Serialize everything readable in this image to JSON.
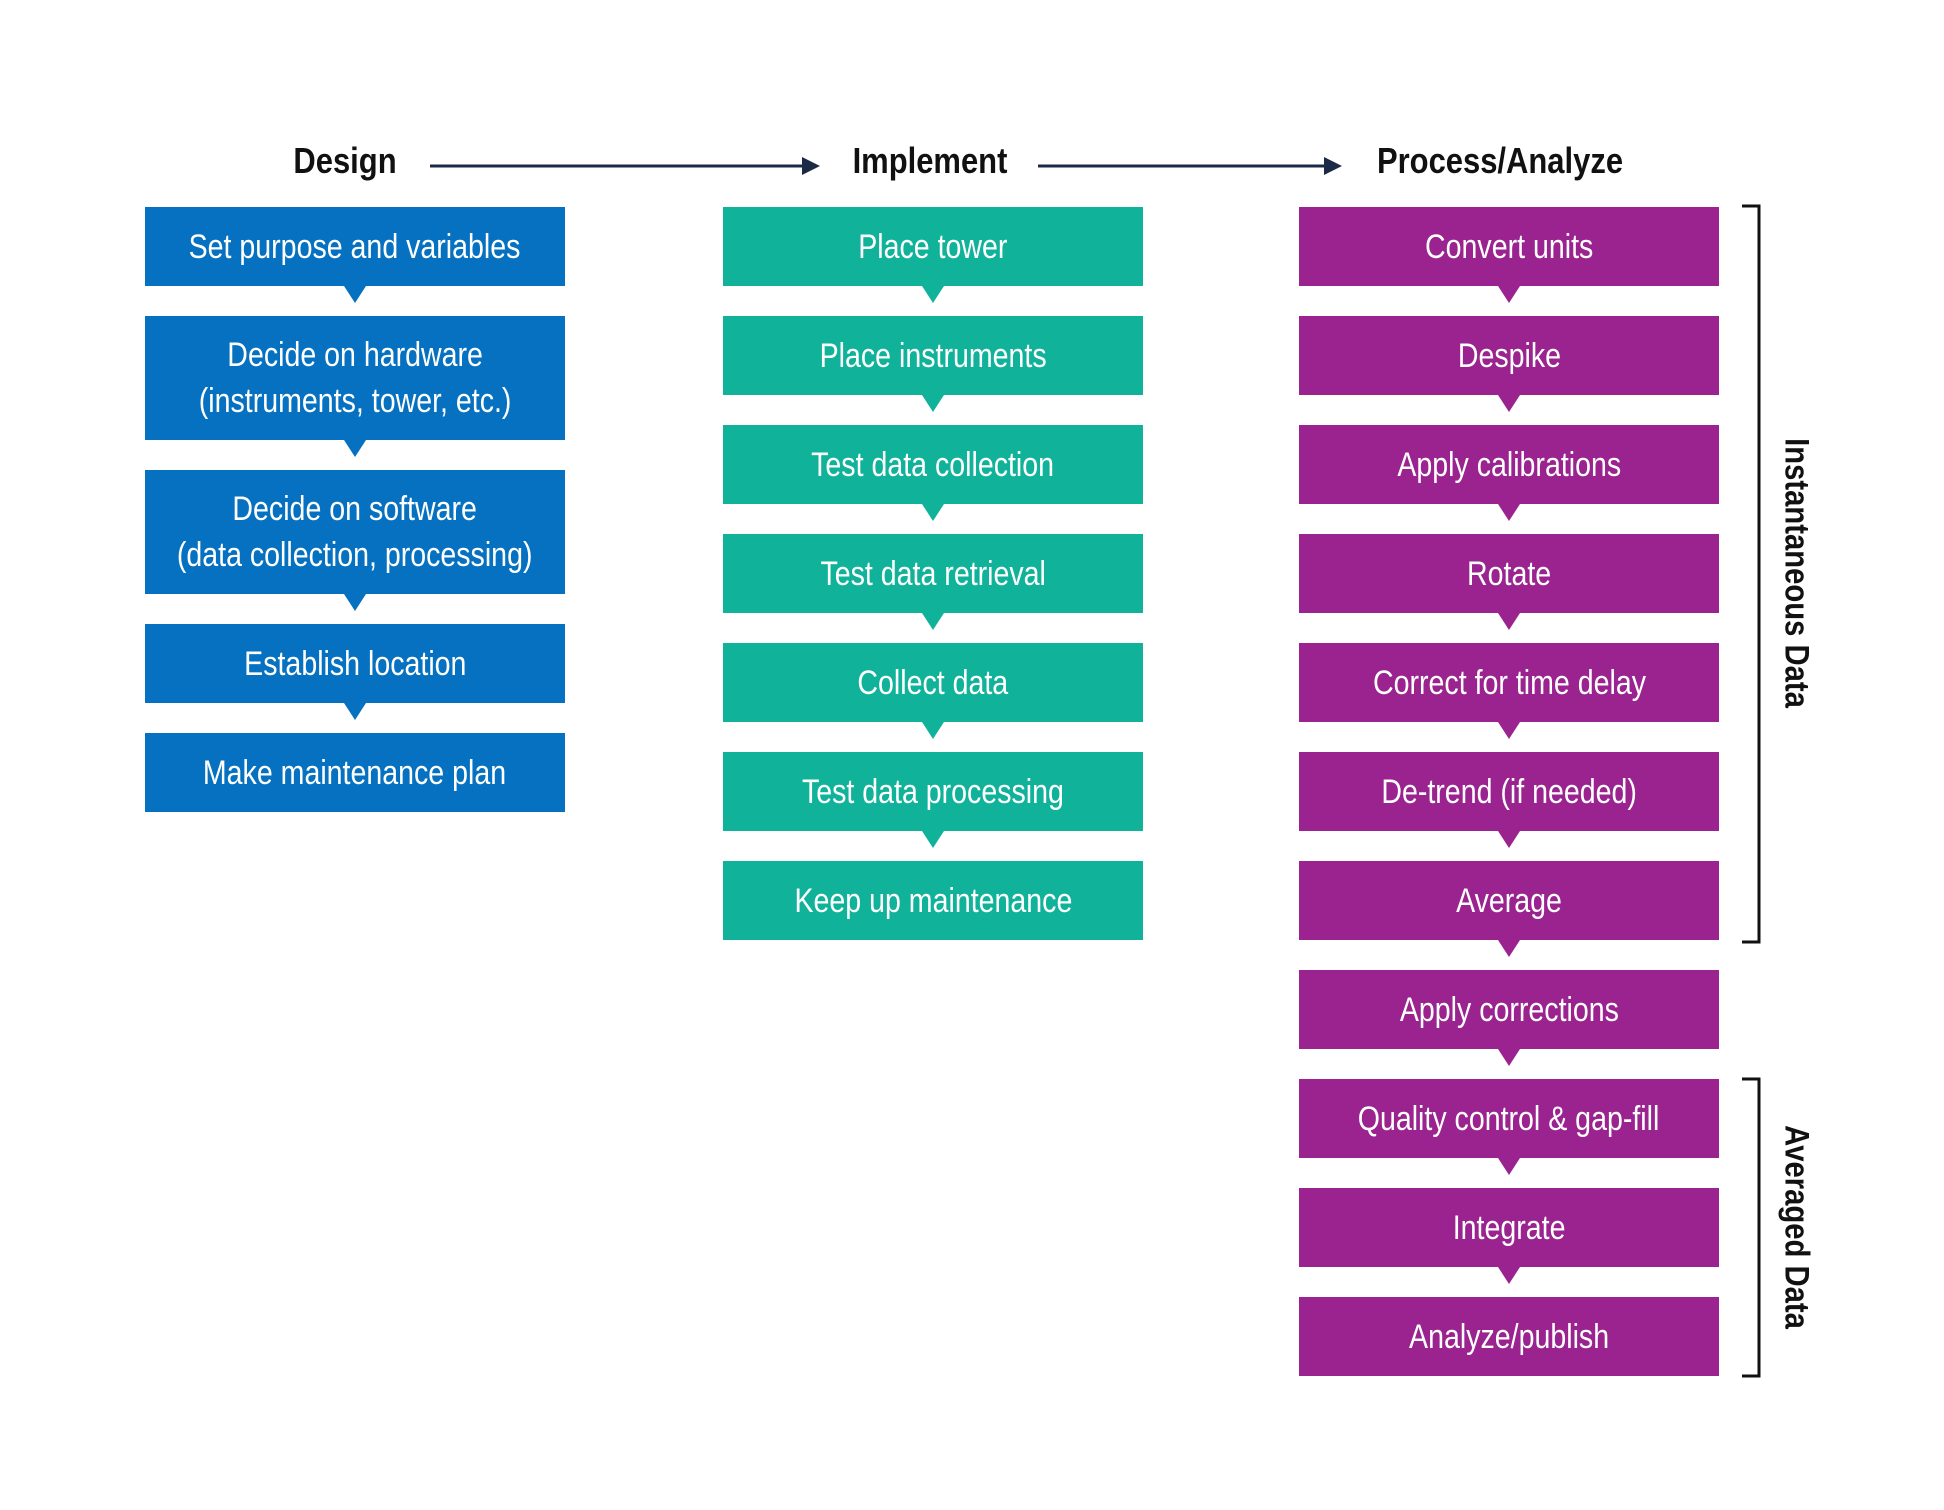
{
  "colors": {
    "design": "#0571c0",
    "implement": "#10b39a",
    "process": "#9a2390",
    "arrow": "#1b2a47",
    "text": "#111111"
  },
  "headings": {
    "design": "Design",
    "implement": "Implement",
    "process": "Process/Analyze"
  },
  "columns": {
    "design": [
      [
        "Set purpose and variables"
      ],
      [
        "Decide on hardware",
        "(instruments, tower, etc.)"
      ],
      [
        "Decide on software",
        "(data collection, processing)"
      ],
      [
        "Establish location"
      ],
      [
        "Make maintenance plan"
      ]
    ],
    "implement": [
      [
        "Place tower"
      ],
      [
        "Place instruments"
      ],
      [
        "Test data collection"
      ],
      [
        "Test data retrieval"
      ],
      [
        "Collect data"
      ],
      [
        "Test data processing"
      ],
      [
        "Keep up maintenance"
      ]
    ],
    "process": [
      [
        "Convert units"
      ],
      [
        "Despike"
      ],
      [
        "Apply calibrations"
      ],
      [
        "Rotate"
      ],
      [
        "Correct for time delay"
      ],
      [
        "De-trend (if needed)"
      ],
      [
        "Average"
      ],
      [
        "Apply corrections"
      ],
      [
        "Quality control & gap-fill"
      ],
      [
        "Integrate"
      ],
      [
        "Analyze/publish"
      ]
    ]
  },
  "groups": {
    "instantaneous": "Instantaneous Data",
    "averaged": "Averaged Data"
  }
}
